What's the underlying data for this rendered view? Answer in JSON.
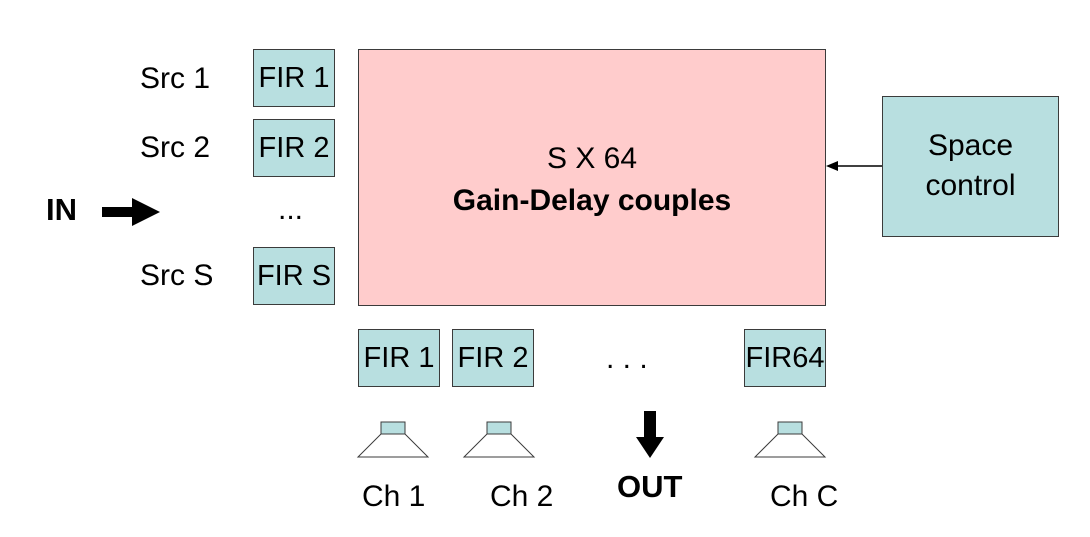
{
  "input": {
    "label": "IN"
  },
  "sources": [
    {
      "label": "Src 1",
      "fir": "FIR 1"
    },
    {
      "label": "Src 2",
      "fir": "FIR 2"
    },
    {
      "label": "Src S",
      "fir": "FIR S"
    }
  ],
  "sources_ellipsis": "...",
  "matrix": {
    "line1": "S X 64",
    "line2": "Gain-Delay couples"
  },
  "control": {
    "line1": "Space",
    "line2": "control"
  },
  "output_firs": [
    "FIR 1",
    "FIR 2",
    "FIR64"
  ],
  "output_ellipsis": ". . .",
  "channels": [
    "Ch 1",
    "Ch 2",
    "Ch C"
  ],
  "output": {
    "label": "OUT"
  },
  "colors": {
    "fir_fill": "#b8dfe0",
    "matrix_fill": "#ffcccc",
    "stroke": "#3b3b3b"
  }
}
